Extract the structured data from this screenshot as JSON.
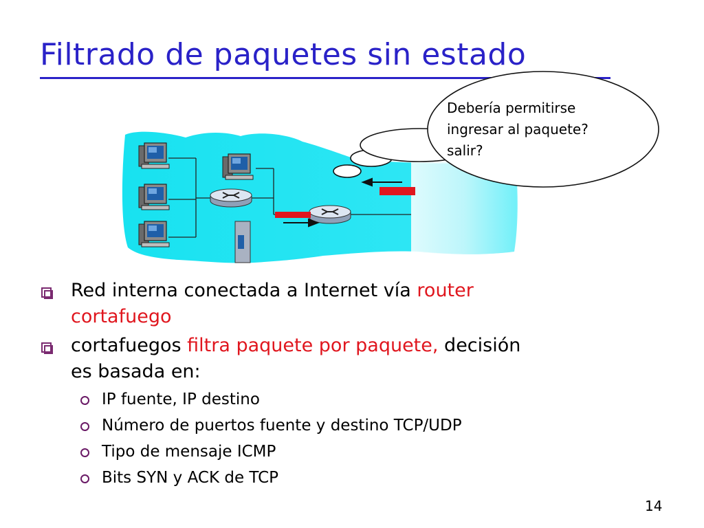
{
  "slide": {
    "title": "Filtrado de paquetes sin estado",
    "page_number": "14"
  },
  "bubble": {
    "lines": [
      "Debería permitirse",
      "ingresar al paquete?",
      "salir?"
    ]
  },
  "bullets": [
    {
      "line1_pre": "Red interna conectada a Internet vía ",
      "line1_red": "router",
      "line2_red": "cortafuego",
      "line2_post": ""
    },
    {
      "line1_pre": "cortafuegos ",
      "line1_red": "filtra paquete por paquete,",
      "line1_post": " decisión",
      "line2_post": "es basada en:"
    }
  ],
  "sub_bullets": [
    "IP fuente, IP destino",
    "Número de puertos fuente y destino TCP/UDP",
    "Tipo de mensaje ICMP",
    "Bits SYN y ACK de TCP"
  ],
  "colors": {
    "title": "#2a22c8",
    "highlight": "#e0161e",
    "network": "#29e8f2",
    "bullet_square": "#7a2a70"
  }
}
